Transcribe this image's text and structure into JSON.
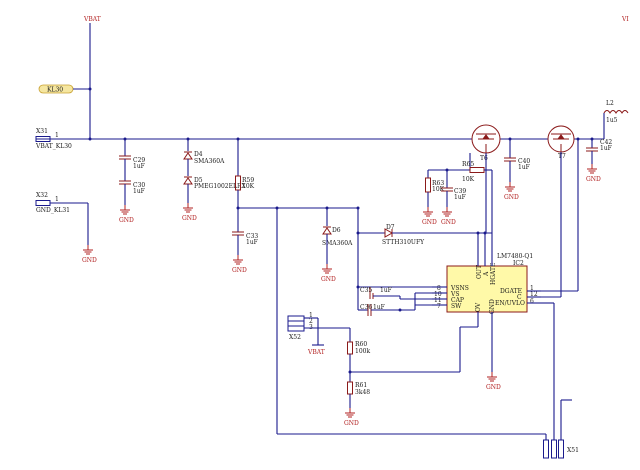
{
  "nets": {
    "vbat_top": "VBAT",
    "vbat_bottom": "VBAT",
    "kl30": "KL30",
    "vi_edge": "VI"
  },
  "connectors": {
    "x31": {
      "ref": "X31",
      "pin": "1",
      "net": "VBAT_KL30"
    },
    "x32": {
      "ref": "X32",
      "pin": "1",
      "net": "GND_KL31"
    },
    "x52": {
      "ref": "X52",
      "pins": [
        "1",
        "2",
        "3"
      ]
    },
    "x51": {
      "ref": "X51"
    }
  },
  "components": {
    "c29": {
      "ref": "C29",
      "value": "1uF"
    },
    "c30": {
      "ref": "C30",
      "value": "1uF"
    },
    "d4": {
      "ref": "D4",
      "value": "SMA360A"
    },
    "d5": {
      "ref": "D5",
      "value": "PMEG1002ELRX"
    },
    "r59": {
      "ref": "R59",
      "value": "10K"
    },
    "c33": {
      "ref": "C33",
      "value": "1uF"
    },
    "d6": {
      "ref": "D6",
      "value": "SMA360A"
    },
    "d7": {
      "ref": "D7",
      "value": "STTH310UFY"
    },
    "r63": {
      "ref": "R63",
      "value": "10K"
    },
    "c39": {
      "ref": "C39",
      "value": "1uF"
    },
    "r65": {
      "ref": "R65",
      "value": "10K"
    },
    "t6": {
      "ref": "T6"
    },
    "t7": {
      "ref": "T7"
    },
    "c40": {
      "ref": "C40",
      "value": "1uF"
    },
    "c42": {
      "ref": "C42",
      "value": "1uF"
    },
    "l2": {
      "ref": "L2",
      "value": "1u5"
    },
    "c35": {
      "ref": "C35",
      "value": "1uF"
    },
    "c36": {
      "ref": "C36",
      "value": "1uF"
    },
    "r60": {
      "ref": "R60",
      "value": "100k"
    },
    "r61": {
      "ref": "R61",
      "value": "3k48"
    }
  },
  "ic": {
    "ref": "IC2",
    "part": "LM7480-Q1",
    "left_pins": [
      "VSNS",
      "VS",
      "CAP",
      "SW"
    ],
    "left_pin_numbers": [
      "8",
      "10",
      "11",
      "7"
    ],
    "right_pins": [
      "DGATE",
      "C",
      "EN/UVLO"
    ],
    "right_pin_numbers": [
      "1",
      "12",
      "6"
    ],
    "top_pins": [
      "OUT",
      "A",
      "HGATE"
    ],
    "bottom_pins": [
      "OV",
      "GND"
    ]
  },
  "gnd_label": "GND"
}
